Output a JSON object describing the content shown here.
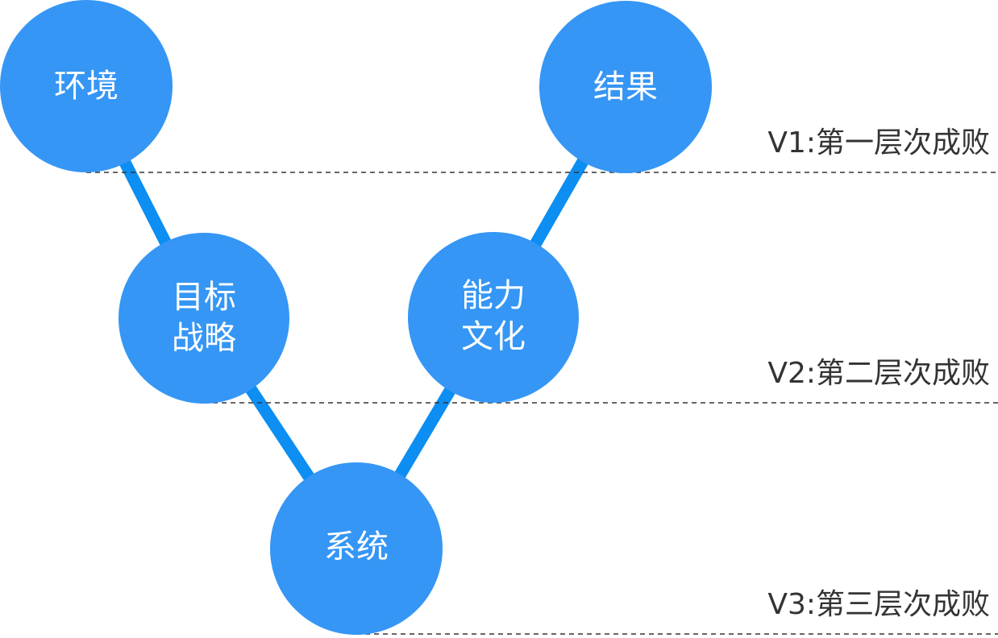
{
  "nodes": {
    "environment": {
      "lines": [
        "环境"
      ]
    },
    "result": {
      "lines": [
        "结果"
      ]
    },
    "goal_strategy": {
      "lines": [
        "目标",
        "战略"
      ]
    },
    "ability_culture": {
      "lines": [
        "能力",
        "文化"
      ]
    },
    "system": {
      "lines": [
        "系统"
      ]
    }
  },
  "levels": {
    "v1": "V1:第一层次成败",
    "v2": "V2:第二层次成败",
    "v3": "V3:第三层次成败"
  },
  "colors": {
    "node_fill": "#3596F5",
    "connector": "#0C8EF2",
    "level_line": "#333333",
    "text_dark": "#333333",
    "text_light": "#ffffff"
  }
}
